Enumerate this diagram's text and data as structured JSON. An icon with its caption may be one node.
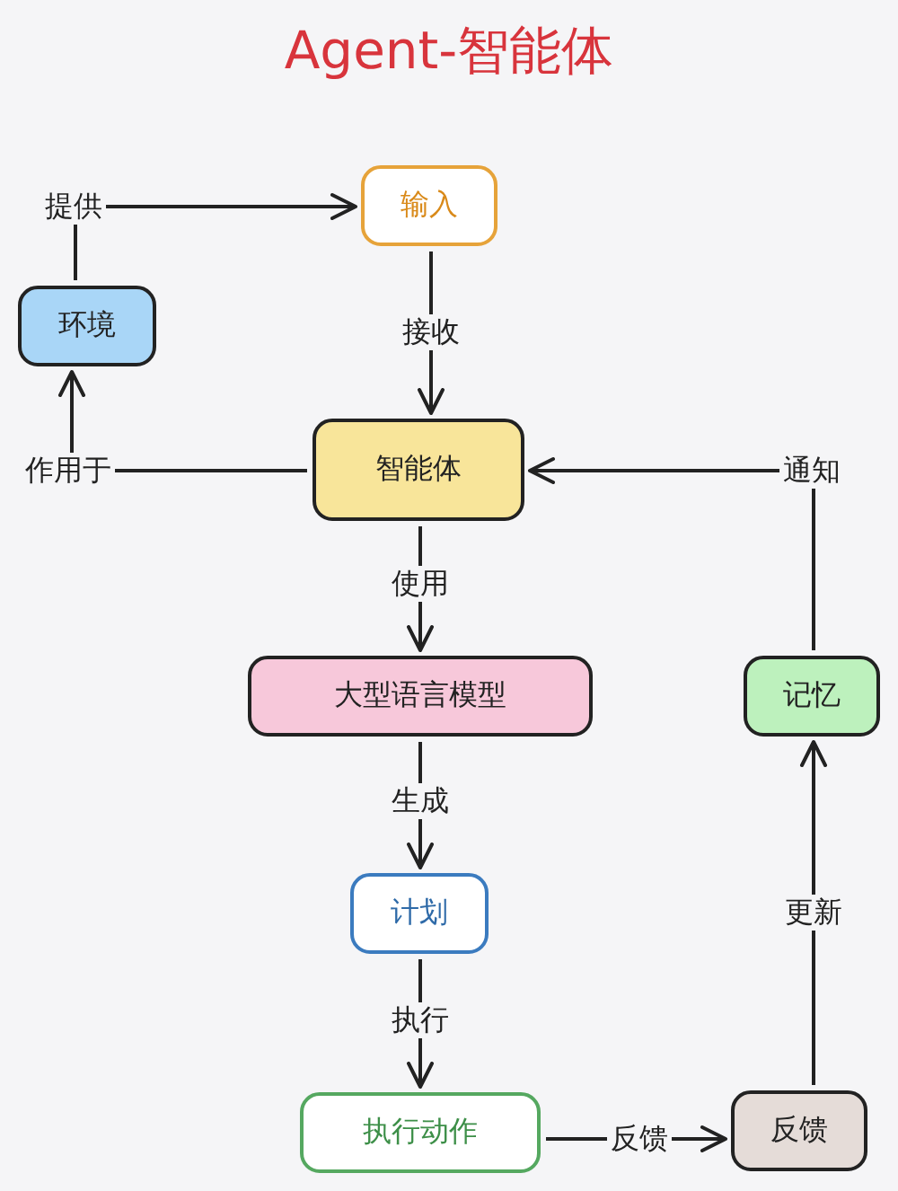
{
  "diagram": {
    "title": "Agent-智能体",
    "nodes": [
      {
        "text": [
          "输入"
        ]
      },
      {
        "text": [
          "环境"
        ]
      },
      {
        "text": [
          "智能体"
        ]
      },
      {
        "text": [
          "大型语言模型"
        ]
      },
      {
        "text": [
          "记忆"
        ]
      },
      {
        "text": [
          "计划"
        ]
      },
      {
        "text": [
          "执行动作"
        ]
      },
      {
        "text": [
          "反馈"
        ]
      }
    ],
    "edges": [
      {
        "from": 1,
        "to": 0,
        "arrow": "to",
        "label": "提供"
      },
      {
        "from": 0,
        "to": 2,
        "arrow": "to",
        "label": "接收"
      },
      {
        "from": 2,
        "to": 1,
        "arrow": "to",
        "label": "作用于"
      },
      {
        "from": 2,
        "to": 3,
        "arrow": "to",
        "label": "使用"
      },
      {
        "from": 3,
        "to": 5,
        "arrow": "to",
        "label": "生成"
      },
      {
        "from": 5,
        "to": 6,
        "arrow": "to",
        "label": "执行"
      },
      {
        "from": 6,
        "to": 7,
        "arrow": "to",
        "label": "反馈"
      },
      {
        "from": 7,
        "to": 4,
        "arrow": "to",
        "label": "更新"
      },
      {
        "from": 4,
        "to": 2,
        "arrow": "to",
        "label": "通知"
      }
    ]
  }
}
